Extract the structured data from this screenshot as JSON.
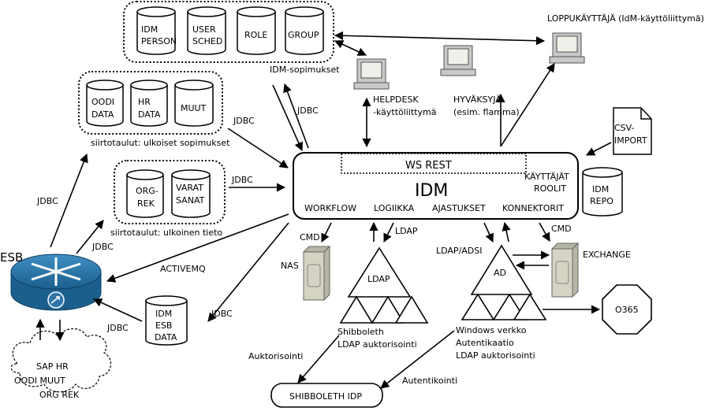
{
  "databases": {
    "idm_person": [
      "IDM",
      "PERSON"
    ],
    "user_sched": [
      "USER",
      "SCHED"
    ],
    "role": [
      "ROLE"
    ],
    "group": [
      "GROUP"
    ],
    "oodi_data": [
      "OODI",
      "DATA"
    ],
    "hr_data": [
      "HR",
      "DATA"
    ],
    "muut": [
      "MUUT"
    ],
    "org_rek": [
      "ORG-",
      "REK"
    ],
    "varat_sanat": [
      "VARAT",
      "SANAT"
    ],
    "idm_repo": [
      "IDM",
      "REPO"
    ],
    "idm_esb_data": [
      "IDM",
      "ESB",
      "DATA"
    ]
  },
  "group_labels": {
    "idm_sopimukset": "IDM-sopimukset",
    "ulkoiset_sopimukset": "siirtotaulut: ulkoiset sopimukset",
    "ulkoinen_tieto": "siirtotaulut: ulkoinen tieto"
  },
  "idm": {
    "title": "IDM",
    "ws_rest": "WS REST",
    "kayttajat": "KÄYTTÄJÄT",
    "roolit": "ROOLIT",
    "modules": [
      "WORKFLOW",
      "LOGIIKKA",
      "AJASTUKSET",
      "KONNEKTORIT"
    ]
  },
  "clients": {
    "loppukayttaja": "LOPPUKÄYTTÄJÄ (IdM-käyttöliittymä)",
    "helpdesk": [
      "HELPDESK",
      "-käyttöliittymä"
    ],
    "hyvaksyja": [
      "HYVÄKSYJÄ",
      "(esim. flamma)"
    ]
  },
  "csv_import": [
    "CSV-",
    "IMPORT"
  ],
  "esb": {
    "label": "ESB",
    "cloud": [
      "SAP HR",
      "OODI   MUUT",
      "ORG REK"
    ]
  },
  "protocol_labels": {
    "jdbc": "JDBC",
    "cmd": "CMD",
    "ldap": "LDAP",
    "ldap_adsi": "LDAP/ADSI",
    "activemq": "ACTIVEMQ"
  },
  "targets": {
    "nas": "NAS",
    "ldap": "LDAP",
    "ad": "AD",
    "exchange": "EXCHANGE",
    "o365": "O365",
    "shibboleth_note": [
      "Shibboleth",
      "LDAP auktorisointi"
    ],
    "windows_note": [
      "Windows verkko",
      "Autentikaatio",
      "LDAP auktorisointi"
    ],
    "shibboleth_idp": "SHIBBOLETH IDP",
    "auktorisointi": "Auktorisointi",
    "autentikointi": "Autentikointi"
  }
}
